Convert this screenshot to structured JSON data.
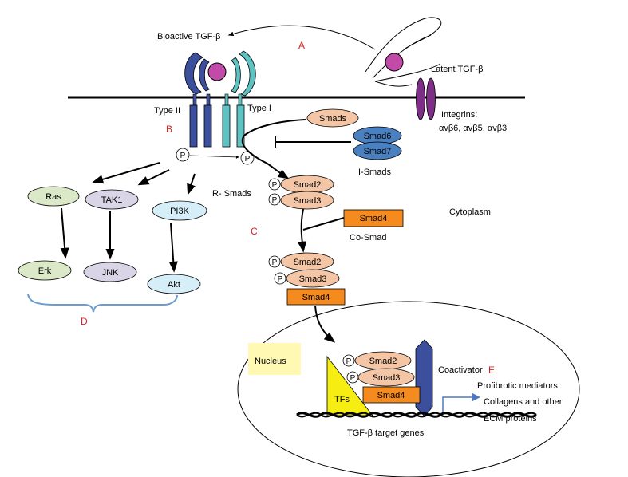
{
  "labels": {
    "bioactive_tgfb": "Bioactive TGF-β",
    "latent_tgfb": "Latent TGF-β",
    "type_ii": "Type II",
    "type_i": "Type I",
    "integrins_title": "Integrins:",
    "integrins_list": "αvβ6, αvβ5, αvβ3",
    "i_smads": "I-Smads",
    "r_smads": "R- Smads",
    "co_smad": "Co-Smad",
    "cytoplasm": "Cytoplasm",
    "nucleus": "Nucleus",
    "coactivator": "Coactivator",
    "tfs": "TFs",
    "target_genes": "TGF-β target genes",
    "outputs": [
      "Profibrotic mediators",
      "Collagens and other",
      "ECM proteins"
    ],
    "phospho": "P"
  },
  "section_markers": {
    "a": "A",
    "b": "B",
    "c": "C",
    "d": "D",
    "e": "E"
  },
  "proteins": {
    "smads": "Smads",
    "smad6": "Smad6",
    "smad7": "Smad7",
    "smad2": "Smad2",
    "smad3": "Smad3",
    "smad4": "Smad4",
    "ras": "Ras",
    "tak1": "TAK1",
    "pi3k": "PI3K",
    "erk": "Erk",
    "jnk": "JNK",
    "akt": "Akt"
  },
  "colors": {
    "receptor_type_ii": "#3b4f9c",
    "receptor_type_i": "#5fc3c3",
    "ligand": "#c24aa8",
    "integrin": "#7e2e86",
    "smad_rs": "#f5c6a5",
    "smad4": "#f58a1e",
    "i_smads": "#4a7fc0",
    "ras_erk": "#dbe9c8",
    "tak1_jnk": "#d9d5e6",
    "pi3k_akt": "#d6eef8",
    "nucleus_label_bg": "#fff9b3",
    "tfs": "#f6ee12",
    "coactivator": "#3b4f9c",
    "arrow_out": "#4b79c2",
    "brace_d": "#6b9bd1",
    "marker_red": "#e02020"
  }
}
